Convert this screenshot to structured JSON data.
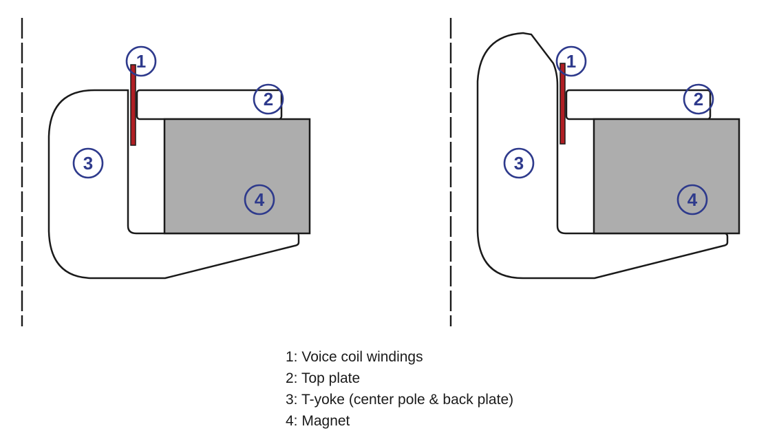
{
  "colors": {
    "outline": "#1a1a1a",
    "magnet_fill": "#adadad",
    "coil_fill": "#b01f24",
    "callout": "#2e3a8c"
  },
  "callouts": {
    "coil": "1",
    "top_plate": "2",
    "yoke": "3",
    "magnet": "4"
  },
  "legend": {
    "items": [
      "1: Voice coil windings",
      "2: Top plate",
      "3: T-yoke (center pole & back plate)",
      "4: Magnet"
    ]
  }
}
